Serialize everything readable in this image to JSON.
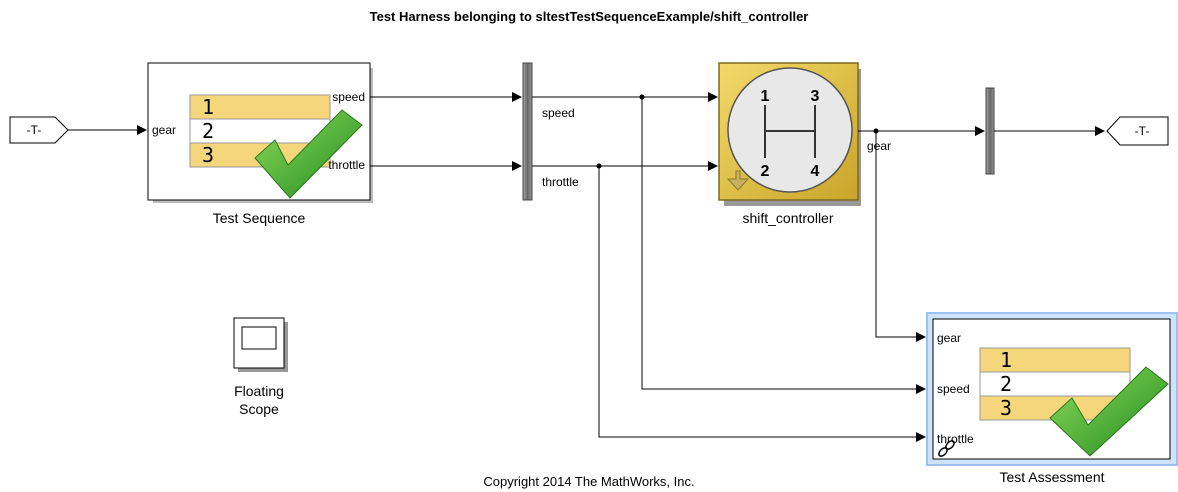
{
  "title": "Test Harness belonging to sltestTestSequenceExample/shift_controller",
  "copyright": "Copyright 2014 The MathWorks, Inc.",
  "from_tag": "-T-",
  "goto_tag": "-T-",
  "test_sequence": {
    "name": "Test Sequence",
    "in_ports": [
      "gear"
    ],
    "out_ports": [
      "speed",
      "throttle"
    ],
    "rows": [
      "1",
      "2",
      "3"
    ]
  },
  "bus_signals": [
    "speed",
    "throttle"
  ],
  "shift_controller": {
    "name": "shift_controller",
    "gears": [
      "1",
      "3",
      "2",
      "4"
    ],
    "out_port": "gear"
  },
  "floating_scope": {
    "line1": "Floating",
    "line2": "Scope"
  },
  "test_assessment": {
    "name": "Test Assessment",
    "in_ports": [
      "gear",
      "speed",
      "throttle"
    ],
    "rows": [
      "1",
      "2",
      "3"
    ]
  },
  "colors": {
    "row_yellow": "#f5d67a",
    "check_green": "#3aa13a",
    "subsystem_fill": "#e8c848",
    "highlight_border": "#9cc3f0"
  }
}
